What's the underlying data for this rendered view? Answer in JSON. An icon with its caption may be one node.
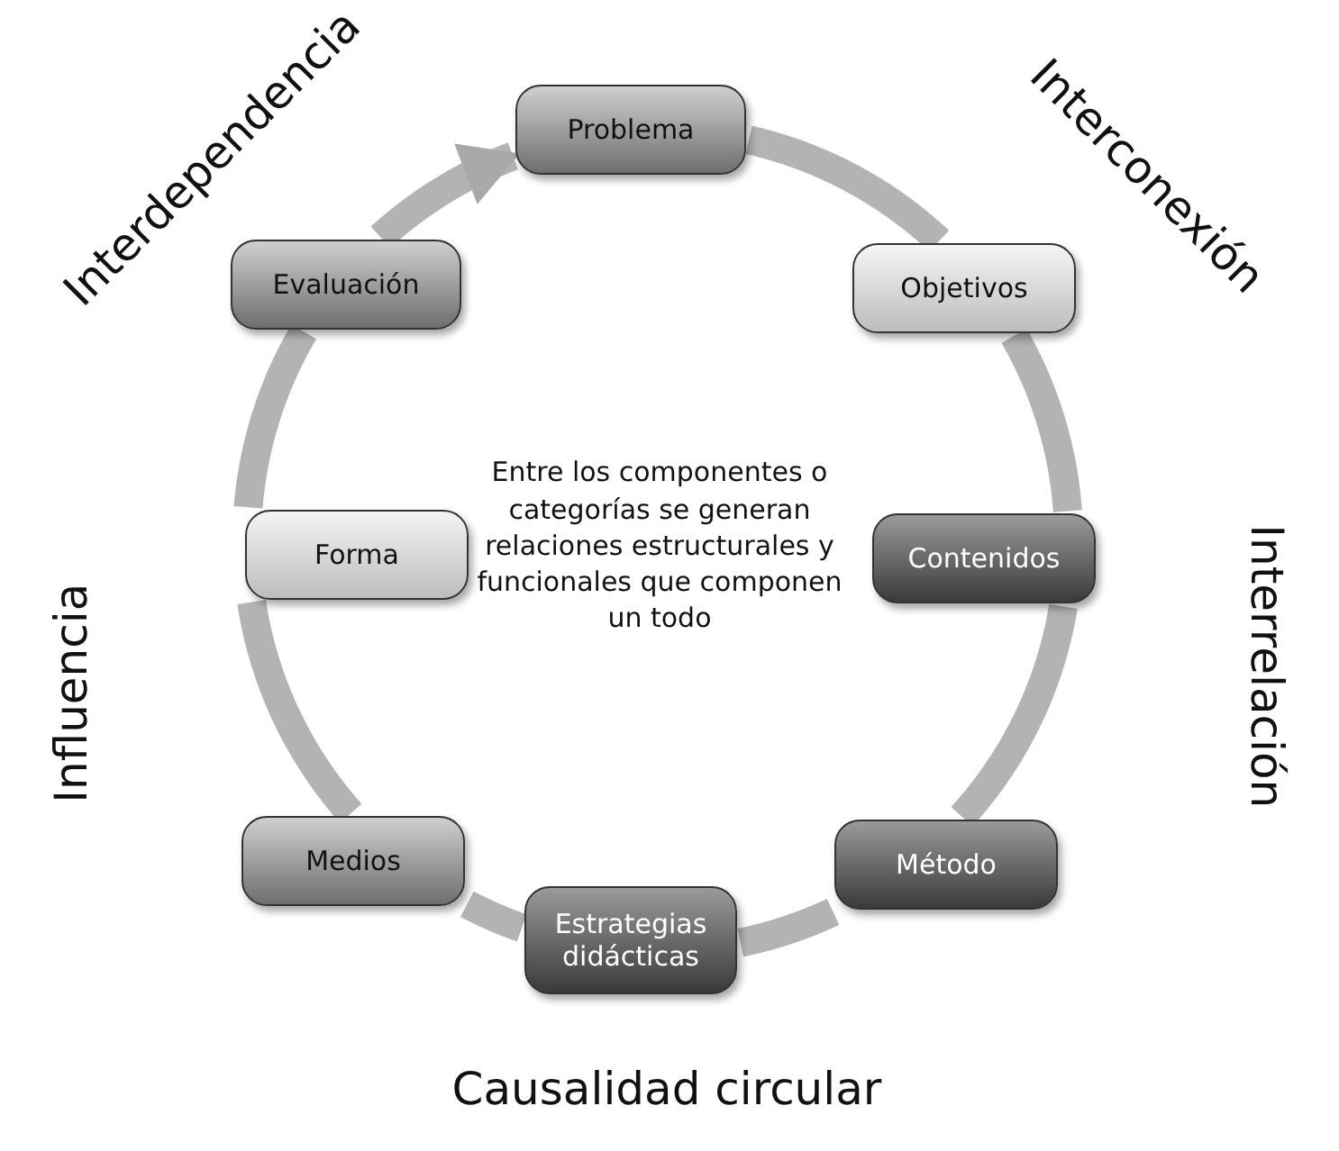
{
  "diagram": {
    "nodes": [
      {
        "text": [
          "Problema"
        ]
      },
      {
        "text": [
          "Objetivos"
        ]
      },
      {
        "text": [
          "Contenidos"
        ]
      },
      {
        "text": [
          "Método"
        ]
      },
      {
        "text": [
          "Estrategias didácticas"
        ]
      },
      {
        "text": [
          "Medios"
        ]
      },
      {
        "text": [
          "Forma"
        ]
      },
      {
        "text": [
          "Evaluación"
        ]
      }
    ],
    "edges": [
      {
        "from": 0,
        "to": 1,
        "arrow": "none"
      },
      {
        "from": 1,
        "to": 2,
        "arrow": "none"
      },
      {
        "from": 2,
        "to": 3,
        "arrow": "none"
      },
      {
        "from": 3,
        "to": 4,
        "arrow": "none"
      },
      {
        "from": 4,
        "to": 5,
        "arrow": "none"
      },
      {
        "from": 5,
        "to": 6,
        "arrow": "none"
      },
      {
        "from": 6,
        "to": 7,
        "arrow": "none"
      },
      {
        "from": 7,
        "to": 0,
        "arrow": "to"
      }
    ],
    "labels": [
      "Interdependencia",
      "Interconexión",
      "Entre los componentes o categorías se generan relaciones estructurales y funcionales que componen un todo",
      "Interrelación",
      "Influencia",
      "Causalidad circular"
    ]
  }
}
